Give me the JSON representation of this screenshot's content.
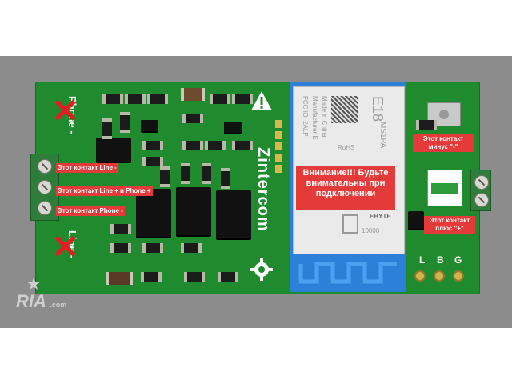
{
  "board": {
    "brand": "Zintercom",
    "silk_phone": "Phone -",
    "silk_line": "Line -",
    "pin_labels": [
      "L",
      "B",
      "G"
    ]
  },
  "labels": {
    "line_minus": "Этот контакт Line -",
    "line_plus_phone_plus": "Этот контакт Line + и Phone +",
    "phone_minus": "Этот контакт Phone -",
    "minus_contact": "Этот контакт минус \"-\"",
    "plus_contact": "Этот контакт плюс \"+\""
  },
  "warning": {
    "text": "Внимание!!! Будьте внимательны при подключении"
  },
  "module": {
    "model": "E18",
    "model_sub": "MS1PA",
    "made": "Made in China",
    "manufacturer": "Manufacturer E",
    "fcc": "FCC ID: 2ALP",
    "rohs": "RoHS",
    "brand": "EBYTE",
    "code": "10000"
  },
  "watermark": {
    "text": "RIA",
    "sub": ".com"
  },
  "colors": {
    "pcb": "#1f8a2e",
    "label": "#e53a3a",
    "antenna": "#2d7fd8"
  }
}
